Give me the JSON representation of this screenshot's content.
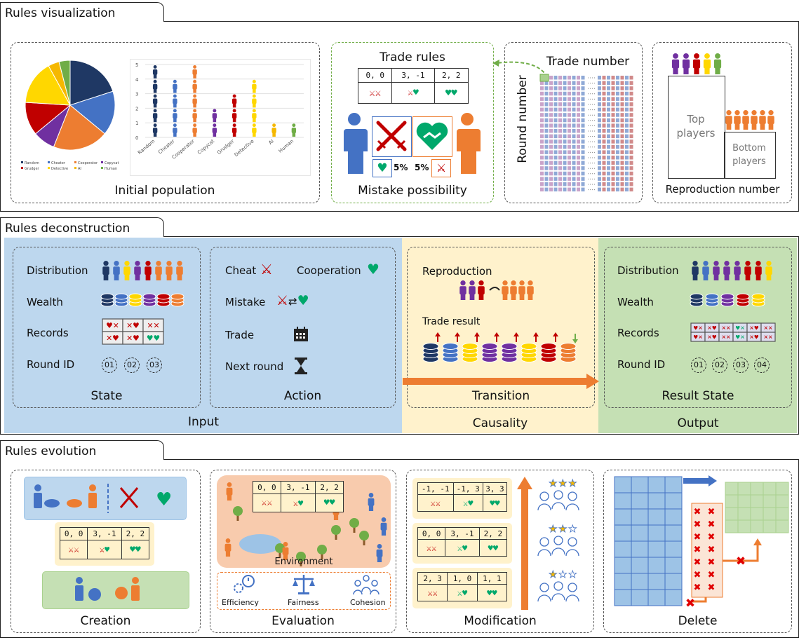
{
  "sections": {
    "visualization": {
      "title": "Rules visualization"
    },
    "deconstruction": {
      "title": "Rules deconstruction"
    },
    "evolution": {
      "title": "Rules evolution"
    }
  },
  "visualization": {
    "initial_population": "Initial population",
    "trade_rules": "Trade rules",
    "mistake_possibility": "Mistake possibility",
    "trade_number": "Trade number",
    "round_number": "Round number",
    "reproduction_number": "Reproduction number",
    "top_players": "Top players",
    "top_players_l1": "Top",
    "top_players_l2": "players",
    "bottom_players_l1": "Bottom",
    "bottom_players_l2": "players",
    "payoffs": [
      "0, 0",
      "3, -1",
      "2, 2"
    ],
    "mistake_pct_1": "5%",
    "mistake_pct_2": "5%"
  },
  "chart_data": {
    "type": "scatter",
    "categories": [
      "Random",
      "Cheater",
      "Cooperator",
      "Copycat",
      "Grudger",
      "Detective",
      "AI",
      "Human"
    ],
    "values": [
      5,
      4,
      5,
      2,
      3,
      4,
      1,
      1
    ],
    "ylim": [
      0,
      5
    ],
    "yticks": [
      "0",
      "1",
      "2",
      "3",
      "4",
      "5"
    ],
    "colors": [
      "#1f3864",
      "#4472c4",
      "#ed7d31",
      "#7030a0",
      "#c00000",
      "#ffd700",
      "#f5b800",
      "#70ad47"
    ],
    "pie": {
      "labels": [
        "Random",
        "Cheater",
        "Cooperator",
        "Copycat",
        "Grudger",
        "Detective",
        "AI",
        "Human"
      ],
      "values": [
        5,
        4,
        5,
        2,
        3,
        4,
        1,
        1
      ],
      "legend_rows": [
        [
          "Random",
          "Cheater",
          "Cooperator",
          "Copycat"
        ],
        [
          "Grudger",
          "Detective",
          "AI",
          "Human"
        ]
      ]
    }
  },
  "deconstruction": {
    "state": {
      "title": "State",
      "rows": [
        "Distribution",
        "Wealth",
        "Records",
        "Round ID"
      ],
      "round_ids": [
        "01",
        "02",
        "03"
      ]
    },
    "action": {
      "title": "Action",
      "cheat": "Cheat",
      "cooperation": "Cooperation",
      "mistake": "Mistake",
      "trade": "Trade",
      "next_round": "Next round"
    },
    "transition": {
      "title": "Transition",
      "reproduction": "Reproduction",
      "trade_result": "Trade result"
    },
    "result_state": {
      "title": "Result State",
      "rows": [
        "Distribution",
        "Wealth",
        "Records",
        "Round ID"
      ],
      "round_ids": [
        "01",
        "02",
        "03",
        "04"
      ]
    },
    "footer": {
      "input": "Input",
      "causality": "Causality",
      "output": "Output"
    },
    "colors": {
      "input": "#bdd7ee",
      "causality": "#fff2cc",
      "output": "#c5e0b4"
    }
  },
  "evolution": {
    "creation": "Creation",
    "evaluation": "Evaluation",
    "environment": "Environment",
    "efficiency": "Efficiency",
    "fairness": "Fairness",
    "cohesion": "Cohesion",
    "modification": "Modification",
    "delete": "Delete",
    "creation_payoffs": [
      "0, 0",
      "3, -1",
      "2, 2"
    ],
    "eval_payoffs": [
      "0, 0",
      "3, -1",
      "2, 2"
    ],
    "mod_tables": [
      [
        "-1, -1",
        "-1, 3",
        "3, 3"
      ],
      [
        "0, 0",
        "3, -1",
        "2, 2"
      ],
      [
        "2, 3",
        "1, 0",
        "1, 1"
      ]
    ]
  }
}
